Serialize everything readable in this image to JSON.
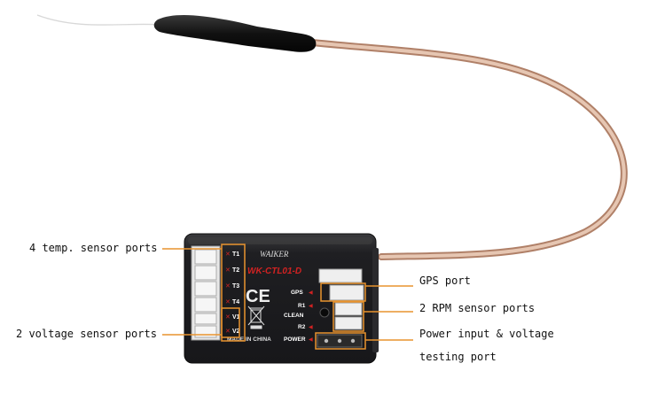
{
  "device": {
    "brand": "WAIKER",
    "model": "WK-CTL01-D",
    "port_labels": [
      "T1",
      "T2",
      "T3",
      "T4",
      "V1",
      "V2"
    ],
    "right_labels": [
      "GPS",
      "R1",
      "CLEAN",
      "R2",
      "POWER"
    ],
    "made_in": "MADE IN CHINA",
    "ce_mark": "CE"
  },
  "callouts": {
    "temp_ports": "4 temp. sensor ports",
    "voltage_ports": "2 voltage sensor ports",
    "gps_port": "GPS port",
    "rpm_ports": "2 RPM sensor ports",
    "power_line1": "Power input & voltage",
    "power_line2": "testing port"
  },
  "colors": {
    "callout_line": "#e9942f",
    "device_body": "#1f1f22",
    "cable": "#c9a48d",
    "antenna_tube": "#141414",
    "label_red": "#d22222"
  }
}
